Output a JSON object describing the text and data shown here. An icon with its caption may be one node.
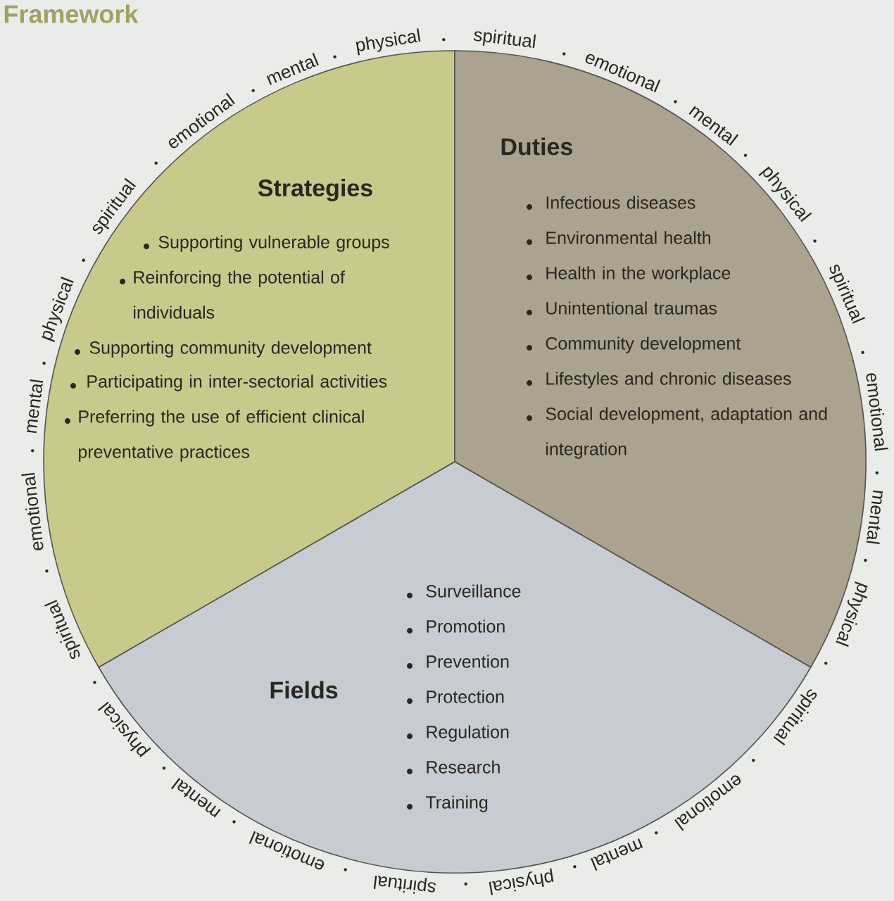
{
  "diagram": {
    "title": "Framework",
    "nodes": [
      {
        "text": [
          "Strategies",
          "Supporting vulnerable groups",
          "Reinforcing the potential of individuals",
          "Supporting community development",
          "Participating in inter-sectorial activities",
          "Preferring the use of efficient clinical preventative practices"
        ]
      },
      {
        "text": [
          "Duties",
          "Infectious diseases",
          "Environmental health",
          "Health in the workplace",
          "Unintentional traumas",
          "Community development",
          "Lifestyles and chronic diseases",
          "Social development, adaptation and integration"
        ]
      },
      {
        "text": [
          "Fields",
          "Surveillance",
          "Promotion",
          "Prevention",
          "Protection",
          "Regulation",
          "Research",
          "Training"
        ]
      }
    ],
    "labels": [
      "spiritual",
      "emotional",
      "mental",
      "physical",
      "spiritual",
      "emotional",
      "mental",
      "physical",
      "spiritual",
      "emotional",
      "mental",
      "physical",
      "spiritual",
      "emotional",
      "mental",
      "physical",
      "spiritual",
      "emotional",
      "mental",
      "physical",
      "spiritual",
      "emotional",
      "mental",
      "physical"
    ]
  }
}
